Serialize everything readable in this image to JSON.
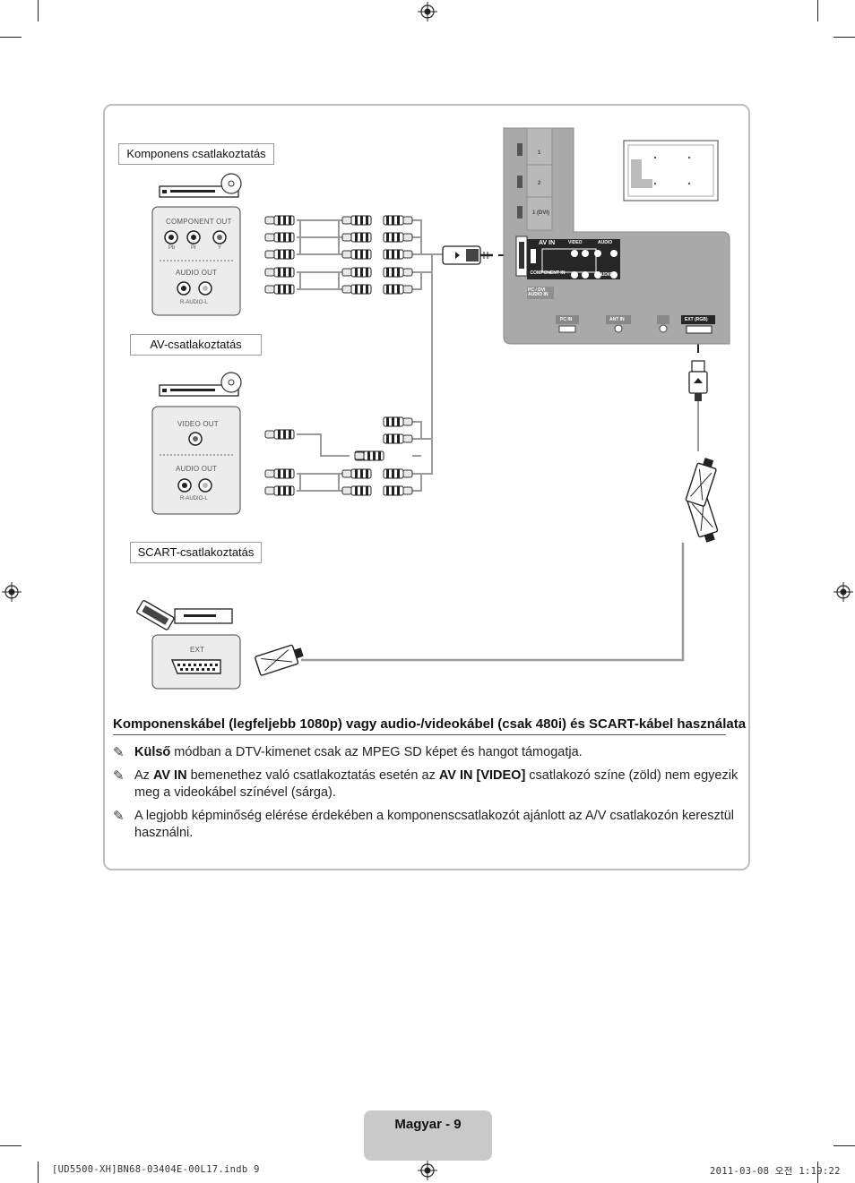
{
  "labels": {
    "component": "Komponens csatlakoztatás",
    "av": "AV-csatlakoztatás",
    "scart": "SCART-csatlakoztatás"
  },
  "ports": {
    "component_out": "COMPONENT OUT",
    "pb": "Pb",
    "pr": "Pr",
    "y": "Y",
    "audio_out": "AUDIO OUT",
    "r_audio_l": "R-AUDIO-L",
    "video_out": "VIDEO OUT",
    "ext": "EXT"
  },
  "tv": {
    "slot_1": "1",
    "slot_2": "2",
    "slot_3": "1 (DVI)",
    "av_in": "AV IN",
    "video": "VIDEO",
    "audio": "AUDIO",
    "component_in": "COMPONENT IN",
    "pc_dvi_audio_in": "PC / DVI AUDIO IN",
    "pc_in": "PC IN",
    "ant_in": "ANT IN",
    "ext_rgb": "EXT (RGB)"
  },
  "heading": "Komponenskábel (legfeljebb 1080p) vagy audio-/videokábel (csak 480i) és SCART-kábel használata",
  "notes": [
    {
      "pen": "✎",
      "parts": [
        {
          "b": "Külső"
        },
        {
          "t": " módban a DTV-kimenet csak az MPEG SD képet és hangot támogatja."
        }
      ]
    },
    {
      "pen": "✎",
      "parts": [
        {
          "t": "Az "
        },
        {
          "b": "AV IN"
        },
        {
          "t": " bemenethez való csatlakoztatás esetén az "
        },
        {
          "b": "AV IN [VIDEO]"
        },
        {
          "t": " csatlakozó színe (zöld) nem egyezik meg a videokábel színével (sárga)."
        }
      ]
    },
    {
      "pen": "✎",
      "parts": [
        {
          "t": "A legjobb képminőség elérése érdekében a komponenscsatlakozót ajánlott az A/V csatlakozón keresztül használni."
        }
      ]
    }
  ],
  "footer": {
    "page_tab": "Magyar - 9",
    "file": "[UD5500-XH]BN68-03404E-00L17.indb   9",
    "date": "2011-03-08   오전 1:19:22"
  },
  "colors": {
    "frame": "#bdbdbd",
    "tab": "#c9c9c9",
    "tv_panel": "#a9a9a9",
    "port_block": "#262626"
  }
}
